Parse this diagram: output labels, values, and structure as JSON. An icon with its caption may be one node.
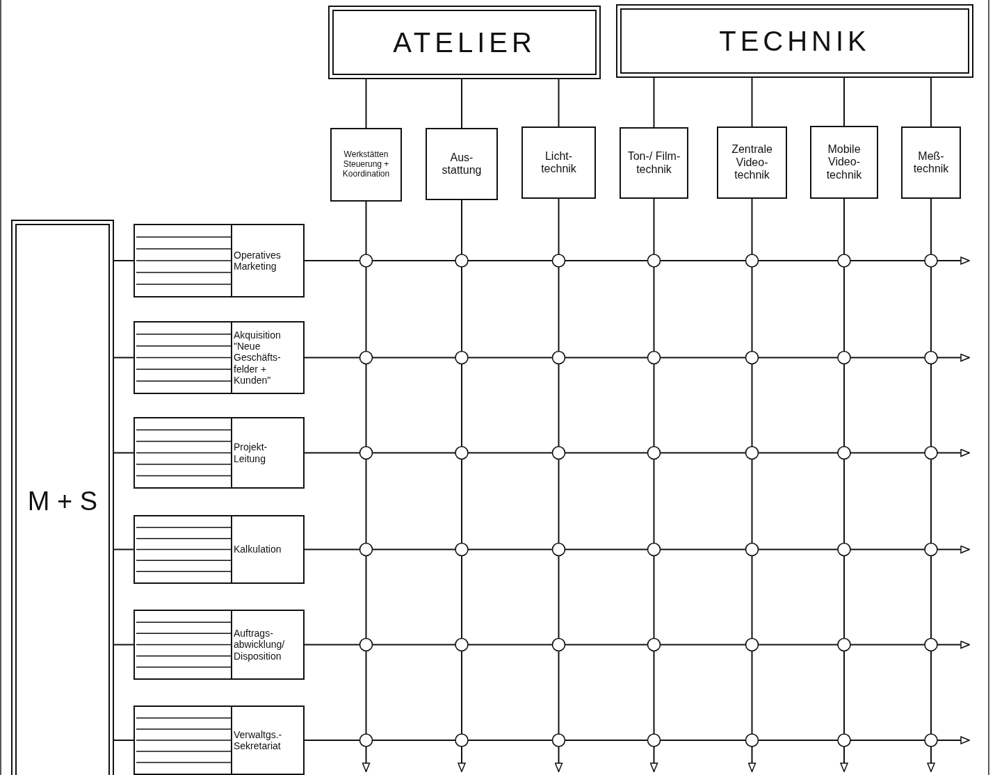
{
  "diagram": {
    "nodes": [
      {
        "text": [
          "ATELIER"
        ]
      },
      {
        "text": [
          "TECHNIK"
        ]
      },
      {
        "text": [
          "Werkstätten Steuerung + Koordination"
        ]
      },
      {
        "text": [
          "Aus- stattung"
        ]
      },
      {
        "text": [
          "Licht- technik"
        ]
      },
      {
        "text": [
          "Ton-/ Film- technik"
        ]
      },
      {
        "text": [
          "Zentrale Video- technik"
        ]
      },
      {
        "text": [
          "Mobile Video- technik"
        ]
      },
      {
        "text": [
          "Meß- technik"
        ]
      },
      {
        "text": [
          "M + S"
        ]
      },
      {
        "text": [
          "Operatives Marketing"
        ]
      },
      {
        "text": [
          "Akquisition \"Neue Geschäfts- felder + Kunden\""
        ]
      },
      {
        "text": [
          "Projekt- Leitung"
        ]
      },
      {
        "text": [
          "Kalkulation"
        ]
      },
      {
        "text": [
          "Auftrags- abwicklung/ Disposition"
        ]
      },
      {
        "text": [
          "Verwaltgs.- Sekretariat"
        ]
      }
    ],
    "edges": [
      {
        "from": 0,
        "to": 2,
        "arrow": "none"
      },
      {
        "from": 0,
        "to": 3,
        "arrow": "none"
      },
      {
        "from": 0,
        "to": 4,
        "arrow": "none"
      },
      {
        "from": 1,
        "to": 5,
        "arrow": "none"
      },
      {
        "from": 1,
        "to": 6,
        "arrow": "none"
      },
      {
        "from": 1,
        "to": 7,
        "arrow": "none"
      },
      {
        "from": 1,
        "to": 8,
        "arrow": "none"
      },
      {
        "from": 2,
        "to": null,
        "arrow": "to"
      },
      {
        "from": 3,
        "to": null,
        "arrow": "to"
      },
      {
        "from": 4,
        "to": null,
        "arrow": "to"
      },
      {
        "from": 5,
        "to": null,
        "arrow": "to"
      },
      {
        "from": 6,
        "to": null,
        "arrow": "to"
      },
      {
        "from": 7,
        "to": null,
        "arrow": "to"
      },
      {
        "from": 8,
        "to": null,
        "arrow": "to"
      },
      {
        "from": 9,
        "to": 10,
        "arrow": "none"
      },
      {
        "from": 9,
        "to": 11,
        "arrow": "none"
      },
      {
        "from": 9,
        "to": 12,
        "arrow": "none"
      },
      {
        "from": 9,
        "to": 13,
        "arrow": "none"
      },
      {
        "from": 9,
        "to": 14,
        "arrow": "none"
      },
      {
        "from": 9,
        "to": 15,
        "arrow": "none"
      },
      {
        "from": 10,
        "to": null,
        "arrow": "to"
      },
      {
        "from": 11,
        "to": null,
        "arrow": "to"
      },
      {
        "from": 12,
        "to": null,
        "arrow": "to"
      },
      {
        "from": 13,
        "to": null,
        "arrow": "to"
      },
      {
        "from": 14,
        "to": null,
        "arrow": "to"
      },
      {
        "from": 15,
        "to": null,
        "arrow": "to"
      }
    ]
  }
}
